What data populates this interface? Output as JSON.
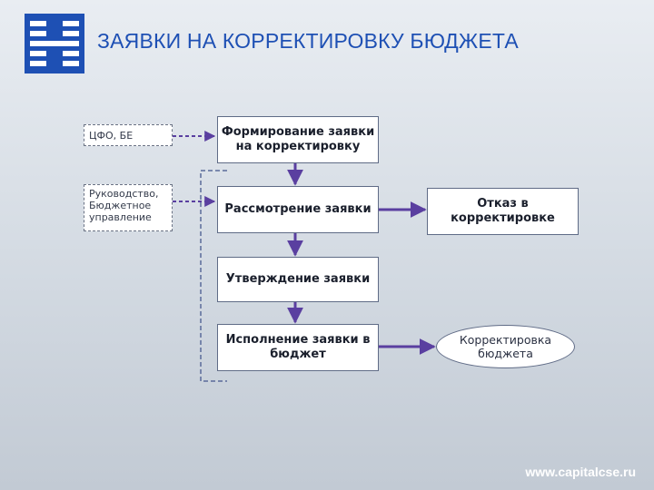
{
  "title": "ЗАЯВКИ НА КОРРЕКТИРОВКУ БЮДЖЕТА",
  "colors": {
    "accent": "#1e50b4",
    "arrow": "#5a3fa0"
  },
  "logo": {
    "icon": "company-logo-icon"
  },
  "side_labels": {
    "cfo": "ЦФО, БЕ",
    "management": "Руководство, Бюджетное управление"
  },
  "process": {
    "step1": "Формирование заявки на корректировку",
    "step2": "Рассмотрение заявки",
    "step3": "Утверждение заявки",
    "step4": "Исполнение заявки в бюджет"
  },
  "outcomes": {
    "reject": "Отказ в корректировке",
    "adjust": "Корректировка бюджета"
  },
  "footer": "www.capitalcse.ru"
}
